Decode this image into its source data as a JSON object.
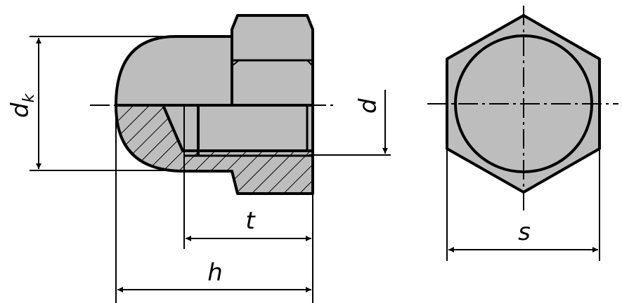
{
  "labels": {
    "dk": "d",
    "dk_sub": "k",
    "d": "d",
    "t": "t",
    "h": "h",
    "s": "s"
  },
  "colors": {
    "fill": "#bdbdbd",
    "line": "#000000",
    "background": "#ffffff"
  }
}
